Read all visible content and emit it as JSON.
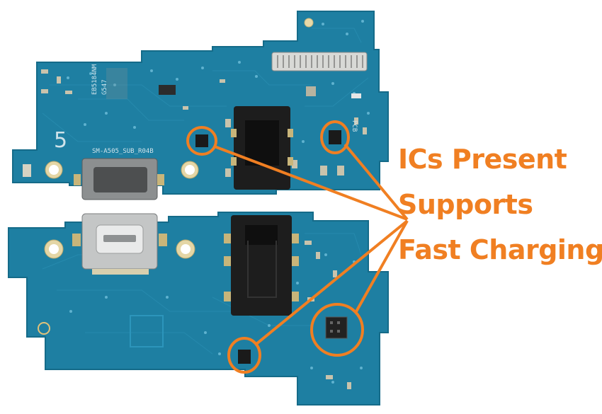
{
  "image": {
    "description_kind": "photo of two charging-port PCB sub-boards with orange callout annotations"
  },
  "board_top": {
    "silkscreen_part": "SM-A505_SUB_R04B",
    "silkscreen_code": "EB5184NM",
    "silkscreen_code2": "G547",
    "silkscreen_side": "PCB",
    "silkscreen_digit": "5"
  },
  "callout": {
    "line1": "ICs Present",
    "line2": "Supports",
    "line3": "Fast Charging",
    "color": "#f07f22"
  },
  "colors": {
    "pcb": "#1e7fa2",
    "pcb_dark": "#166a88",
    "highlight": "#f07f22",
    "connector_metal": "#b9bcbd",
    "jack": "#1d1d1d"
  }
}
